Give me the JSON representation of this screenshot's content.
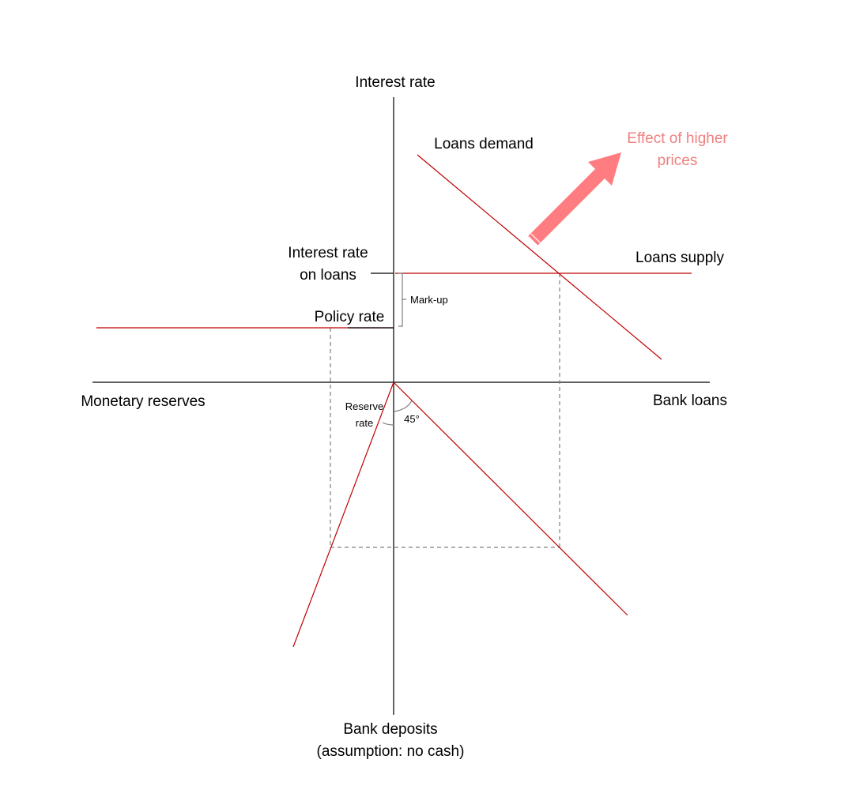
{
  "labels": {
    "interest_rate_axis": "Interest rate",
    "bank_loans_axis": "Bank loans",
    "monetary_reserves_axis": "Monetary reserves",
    "bank_deposits_axis_line1": "Bank deposits",
    "bank_deposits_axis_line2": "(assumption: no cash)",
    "loans_demand": "Loans demand",
    "loans_supply": "Loans supply",
    "interest_rate_on_loans_line1": "Interest rate",
    "interest_rate_on_loans_line2": "on loans",
    "policy_rate": "Policy rate",
    "mark_up": "Mark-up",
    "reserve_rate_line1": "Reserve",
    "reserve_rate_line2": "rate",
    "angle_45": "45°",
    "effect_line1": "Effect of higher",
    "effect_line2": "prices"
  },
  "colors": {
    "curve": "#c00000",
    "arrow": "#ff7c80",
    "effect_text": "#f08080",
    "guide": "#7f7f7f",
    "axis": "#000000"
  },
  "icons": {
    "shift_arrow": "thick-arrow-up-right-icon"
  }
}
